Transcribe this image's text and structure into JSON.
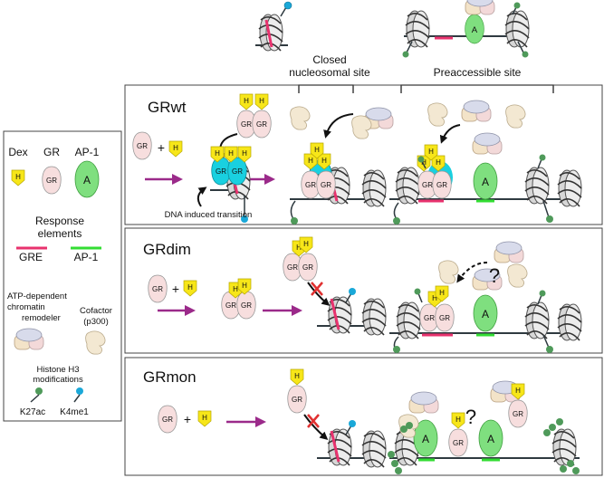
{
  "top": {
    "closed_label_1": "Closed",
    "closed_label_2": "nucleosomal site",
    "preaccessible_label": "Preaccessible site"
  },
  "legend": {
    "dex": "Dex",
    "gr": "GR",
    "ap1": "AP-1",
    "h_glyph": "H",
    "gr_glyph": "GR",
    "a_glyph": "A",
    "response_1": "Response",
    "response_2": "elements",
    "gre": "GRE",
    "ap1_element": "AP-1",
    "remodeler_1": "ATP-dependent",
    "remodeler_2": "chromatin",
    "remodeler_3": "remodeler",
    "cofactor_1": "Cofactor",
    "cofactor_2": "(p300)",
    "histone_1": "Histone H3",
    "histone_2": "modifications",
    "k27ac": "K27ac",
    "k4me1": "K4me1"
  },
  "panels": {
    "grwt_title": "GRwt",
    "grwt_transition": "DNA induced transition",
    "grdim_title": "GRdim",
    "grmon_title": "GRmon",
    "question": "?",
    "plus": "+"
  },
  "colors": {
    "dex_yellow": "#f7e619",
    "gr_pink": "#f7dede",
    "gr_cyan": "#19d0e0",
    "ap1_green": "#7fdf7f",
    "gre_red": "#e8326e",
    "ap1_line_green": "#33dd33",
    "arrow_purple": "#9b2a8a",
    "k27ac_green": "#4f9a5a",
    "k4me1_blue": "#1aa8d8",
    "dna": "#2f3a40"
  }
}
